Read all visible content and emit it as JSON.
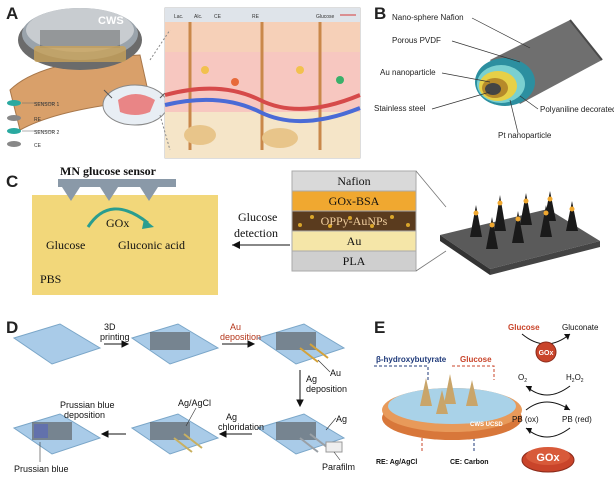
{
  "panels": {
    "A": {
      "label": "A",
      "device_text": "CWS",
      "skin_labels": [
        "Lac.",
        "Alc.",
        "CE",
        "RE",
        "Glucose"
      ],
      "sensor_labels": [
        "SENSOR 1",
        "RE",
        "SENSOR 2",
        "CE"
      ]
    },
    "B": {
      "label": "B",
      "layers": [
        "Nano-sphere Nafion",
        "Porous PVDF",
        "Au nanoparticle",
        "Stainless steel",
        "Polyaniline decorated with Pt",
        "Pt nanoparticle"
      ]
    },
    "C": {
      "label": "C",
      "title": "MN glucose sensor",
      "enzyme": "GOx",
      "substrate": "Glucose",
      "product": "Gluconic acid",
      "buffer": "PBS",
      "arrow_label_1": "Glucose",
      "arrow_label_2": "detection",
      "stack": [
        "Nafion",
        "GOx-BSA",
        "OPPy-AuNPs",
        "Au",
        "PLA"
      ]
    },
    "D": {
      "label": "D",
      "steps": [
        "3D",
        "printing",
        "Au",
        "deposition",
        "Ag",
        "deposition",
        "Ag",
        "chloridation",
        "Prussian blue",
        "deposition"
      ],
      "annotations": [
        "Au",
        "Ag",
        "Ag/AgCl",
        "Parafilm",
        "Prussian blue"
      ]
    },
    "E": {
      "label": "E",
      "analyte_left": "β-hydroxybutyrate",
      "analyte_right": "Glucose",
      "ref_label": "RE: Ag/AgCl",
      "ce_label": "CE: Carbon",
      "device_text": "CWS  UCSD",
      "cycle": {
        "glucose": "Glucose",
        "gluconate": "Gluconate",
        "enzyme": "GOx",
        "o2": "O",
        "o2_sub": "2",
        "h2o2": "H",
        "h2o2_sub": "2",
        "h2o2_tail": "O",
        "h2o2_sub2": "2",
        "pb_ox": "PB (ox)",
        "pb_red": "PB (red)",
        "enzyme_big": "GOx"
      }
    }
  },
  "colors": {
    "pbs_yellow": "#f2d77a",
    "needle_gray": "#8a99a8",
    "teal_arrow": "#2a9d8f",
    "gox_orange": "#c9442a",
    "stack_nafion": "#d9d9d9",
    "stack_gox": "#f0a830",
    "stack_ppy": "#5a3b1e",
    "stack_au": "#f5e6a8",
    "stack_pla": "#cfcfcf",
    "chip_blue": "#a9cbe8"
  }
}
